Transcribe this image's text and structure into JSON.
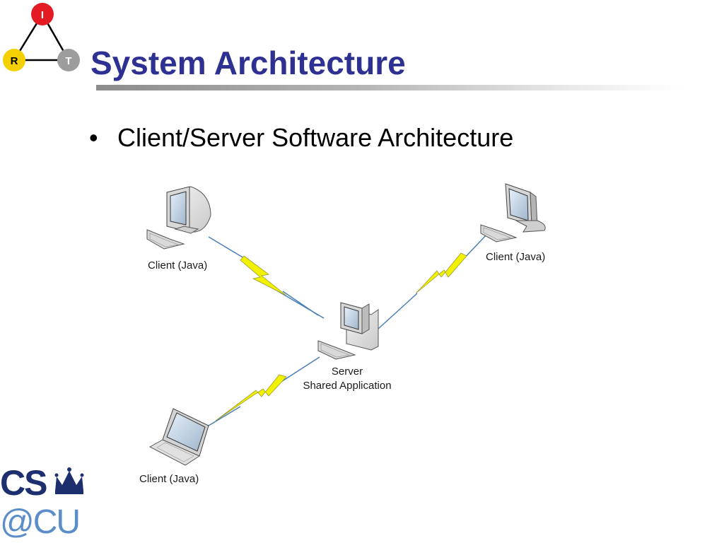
{
  "logo": {
    "letters": [
      "I",
      "R",
      "T"
    ],
    "colors": {
      "i": "#e31c24",
      "r": "#f5d000",
      "t": "#9d9d9d"
    }
  },
  "slide": {
    "title": "System Architecture",
    "bullet": "Client/Server Software Architecture",
    "title_color": "#2e3192"
  },
  "diagram": {
    "nodes": [
      {
        "id": "client-top-left",
        "label": "Client (Java)",
        "device": "desktop-monitor"
      },
      {
        "id": "client-top-right",
        "label": "Client (Java)",
        "device": "flat-monitor"
      },
      {
        "id": "server",
        "label_line1": "Server",
        "label_line2": "Shared Application",
        "device": "desktop-tower"
      },
      {
        "id": "client-bottom",
        "label": "Client (Java)",
        "device": "laptop"
      }
    ],
    "links": [
      {
        "from": "client-top-left",
        "to": "server",
        "style": "lightning"
      },
      {
        "from": "client-top-right",
        "to": "server",
        "style": "lightning"
      },
      {
        "from": "client-bottom",
        "to": "server",
        "style": "lightning"
      }
    ],
    "colors": {
      "link": "#4a7fb5",
      "lightning": "#f2f200",
      "lightning_outline": "#9a9a2a"
    }
  },
  "footer_logo": {
    "line1": "CS",
    "line2": "@CU",
    "colors": {
      "cs": "#1d2f6e",
      "cu": "#5b8ec9"
    }
  }
}
